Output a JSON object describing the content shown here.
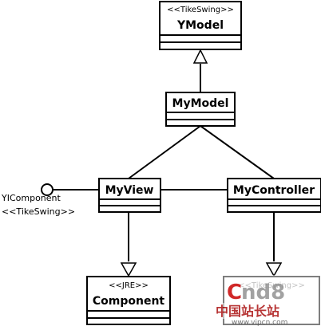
{
  "classes": {
    "ymodel": {
      "stereotype": "<<TikeSwing>>",
      "name": "YModel"
    },
    "mymodel": {
      "name": "MyModel"
    },
    "myview": {
      "name": "MyView"
    },
    "mycontroller": {
      "name": "MyController"
    },
    "component": {
      "stereotype": "<<JRE>>",
      "name": "Component"
    },
    "ycontroller": {
      "stereotype": "<<TikeSwing>>"
    }
  },
  "interface": {
    "name": "YIComponent",
    "stereotype": "<<TikeSwing>>"
  },
  "watermark": {
    "logo": "Cnd8",
    "cn_text": "中国站长站",
    "url": "www.vipcn.com",
    "colors": {
      "logo_red": "#cc1111",
      "logo_gray": "#999999"
    }
  },
  "colors": {
    "line": "#000000",
    "box_fill": "#ffffff"
  }
}
